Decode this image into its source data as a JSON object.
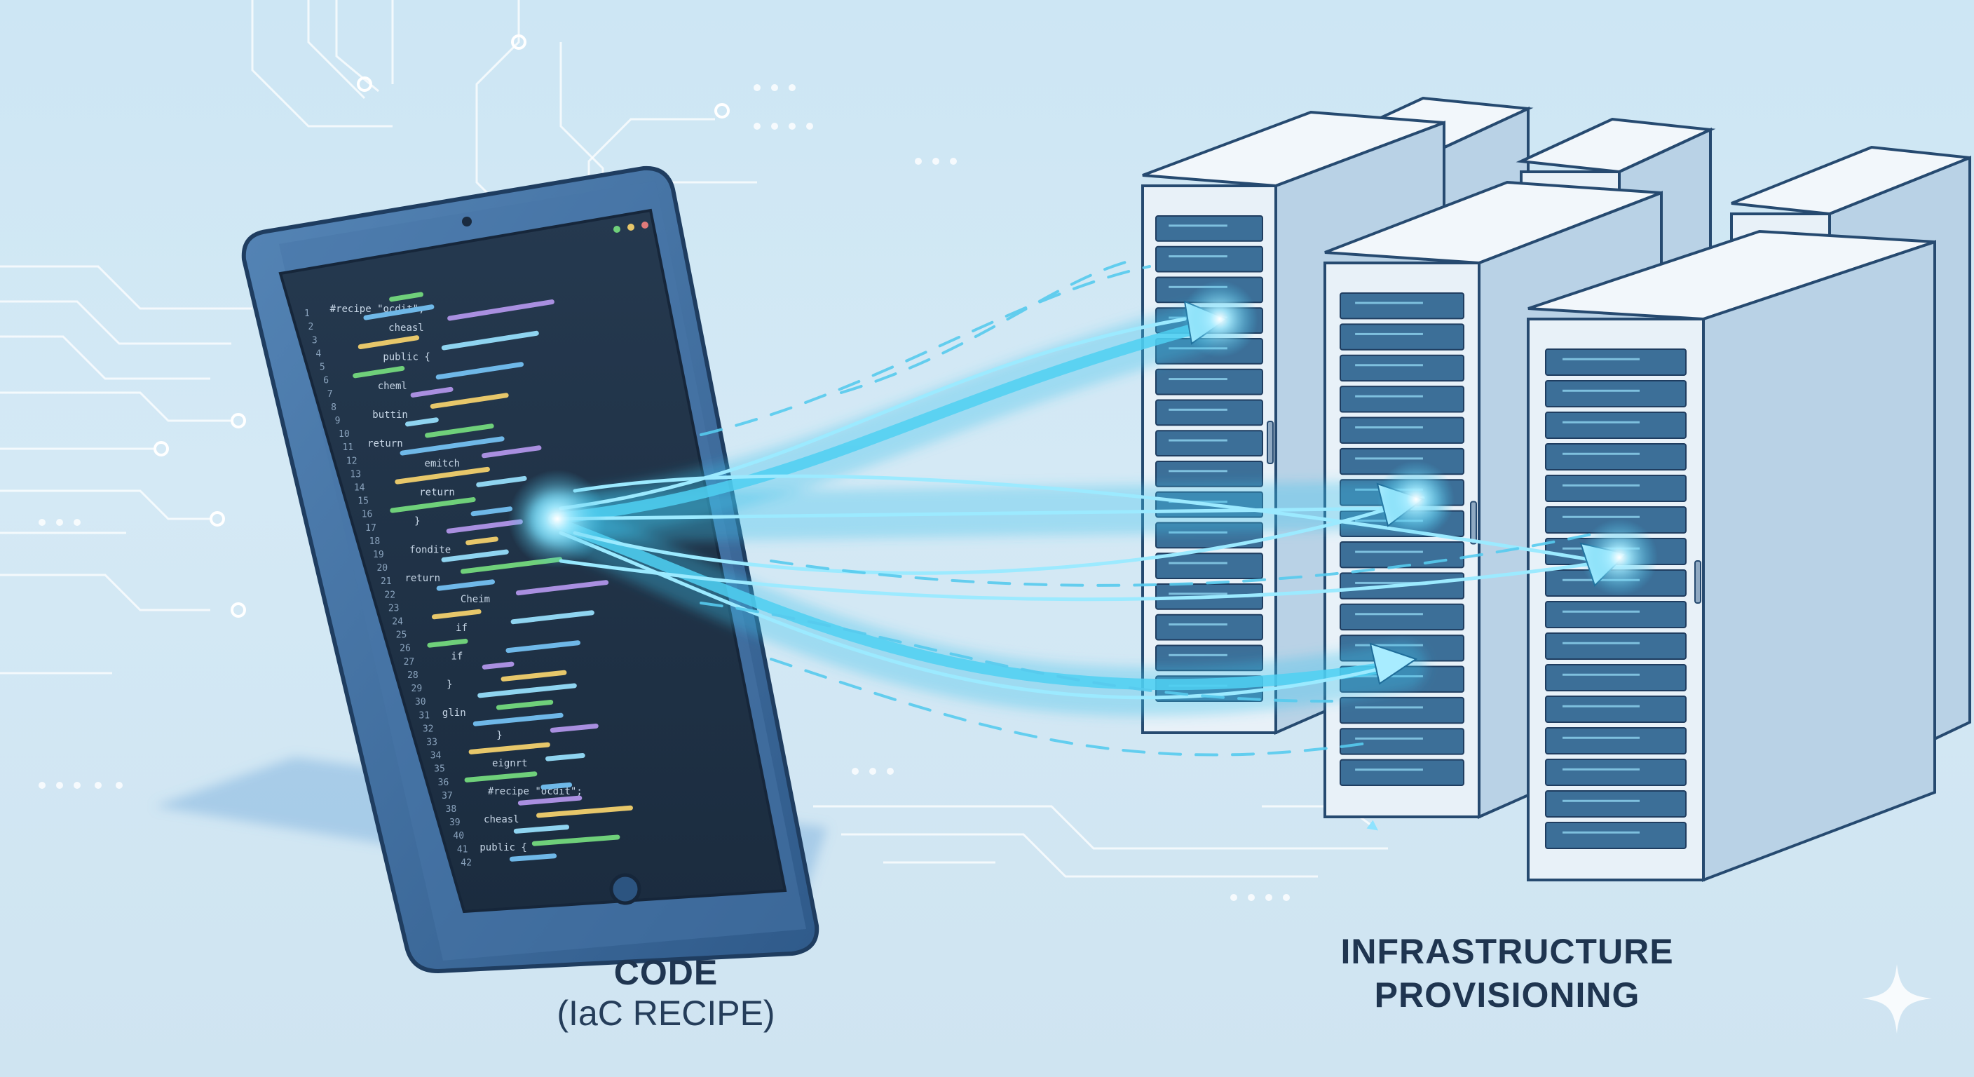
{
  "labels": {
    "code_title": "CODE",
    "code_subtitle": "(IaC RECIPE)",
    "infra_line1": "INFRASTRUCTURE",
    "infra_line2": "PROVISIONING"
  },
  "code_screen": {
    "line_count": 42,
    "keywords": [
      "#recipe \"ocdit\";",
      "cheasl",
      "public {",
      "cheml",
      "buttin",
      "return",
      "emitch",
      "return",
      "}",
      "fondite",
      "return",
      "Cheim",
      "if",
      "if",
      "}",
      "glin",
      "}",
      "eignrt"
    ]
  },
  "servers": {
    "rack_count": 6,
    "units_per_rack": 16
  },
  "colors": {
    "background": "#d0e6f3",
    "tablet_frame": "#3f6c9e",
    "screen": "#1f3247",
    "flow": "#3fc3ea",
    "rack_front": "#e8f1f8",
    "rack_side": "#b9d2e6",
    "server_unit": "#3c6f98",
    "text": "#1f3550"
  },
  "icons": [
    "sparkle-icon",
    "home-button-icon",
    "camera-icon"
  ]
}
